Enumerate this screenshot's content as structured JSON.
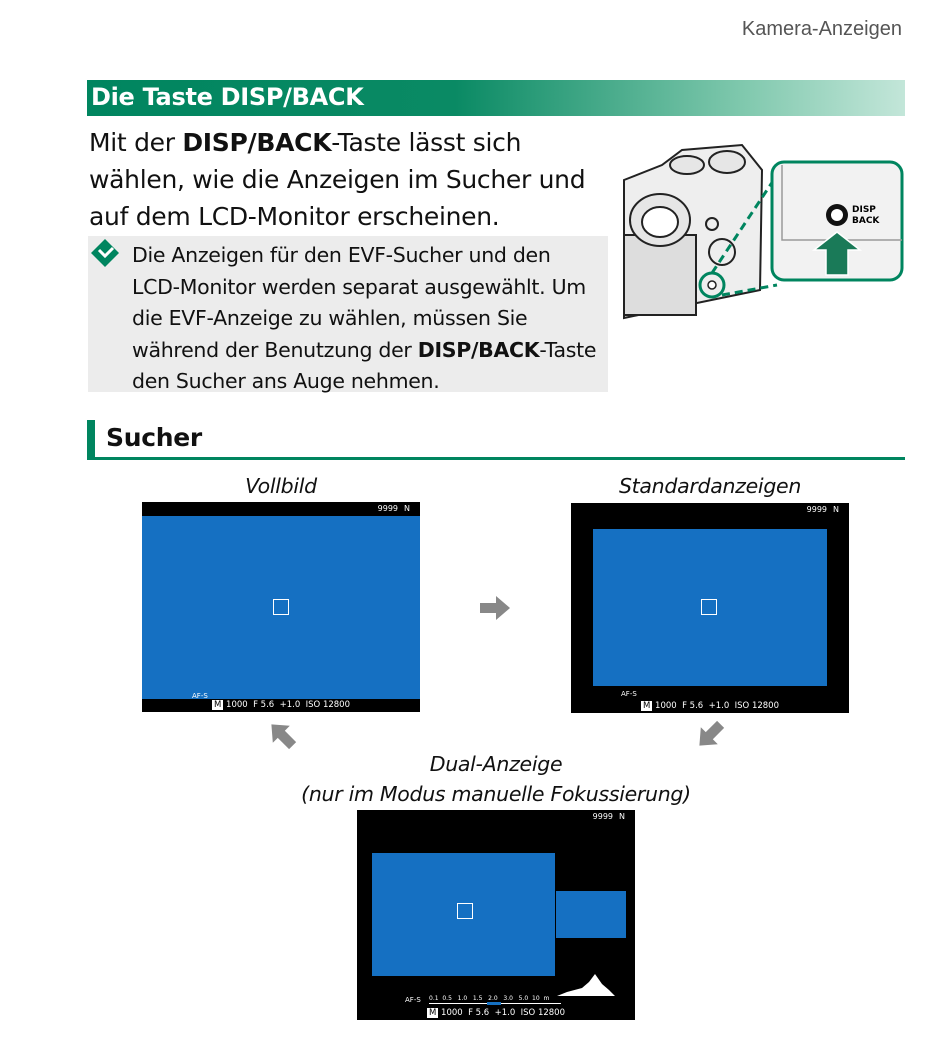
{
  "running_header": "Kamera-Anzeigen",
  "section_title": "Die Taste DISP/BACK",
  "intro": {
    "pre": "Mit der ",
    "bold": "DISP/BACK",
    "post": "-Taste lässt sich wählen, wie die Anzeigen im Sucher und auf dem LCD-Monitor erscheinen."
  },
  "note": {
    "pre": "Die Anzeigen für den EVF-Sucher und den LCD-Monitor werden separat ausgewählt. Um die EVF-Anzeige zu wählen, müssen Sie während der Benutzung der ",
    "bold": "DISP/BACK",
    "post": "-Taste den Sucher ans Auge nehmen."
  },
  "camera_illustration": {
    "button_label_1": "DISP",
    "button_label_2": "BACK"
  },
  "subsection_title": "Sucher",
  "screens": {
    "full": {
      "label": "Vollbild"
    },
    "standard": {
      "label": "Standardanzeigen"
    },
    "dual": {
      "label_1": "Dual-Anzeige",
      "label_2": "(nur im Modus manuelle Fokussierung)"
    },
    "readout": {
      "frames": "9999",
      "quality": "N",
      "mode": "M",
      "shutter": "1000",
      "aperture": "F 5.6",
      "exposure": "+1.0",
      "iso": "ISO 12800",
      "focus_mode": "AF-S",
      "distance_scale": "0.1  0.5   1.0   1.5   2.0   3.0   5.0  10  m"
    }
  }
}
